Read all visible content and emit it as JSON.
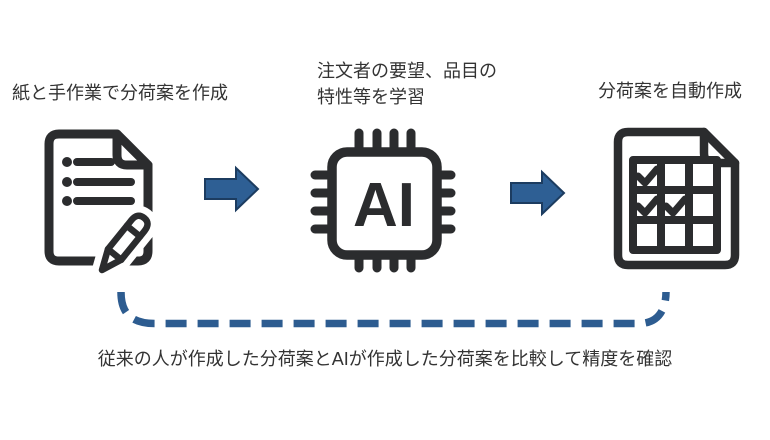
{
  "diagram": {
    "steps": [
      {
        "label": "紙と手作業で分荷案を作成",
        "icon": "document-checklist-pencil-icon"
      },
      {
        "label_line1": "注文者の要望、品目の",
        "label_line2": "特性等を学習",
        "icon": "ai-chip-icon",
        "chip_label": "AI"
      },
      {
        "label": "分荷案を自動作成",
        "icon": "document-grid-checks-icon"
      }
    ],
    "connector_note": "従来の人が作成した分荷案とAIが作成した分荷案を比較して精度を確認",
    "colors": {
      "arrow_fill": "#2E5F94",
      "arrow_outline": "#1C3C60",
      "dashed_line": "#2D5C90",
      "icon_stroke": "#2B2C2E",
      "text": "#333333",
      "background": "#FFFFFF"
    }
  }
}
